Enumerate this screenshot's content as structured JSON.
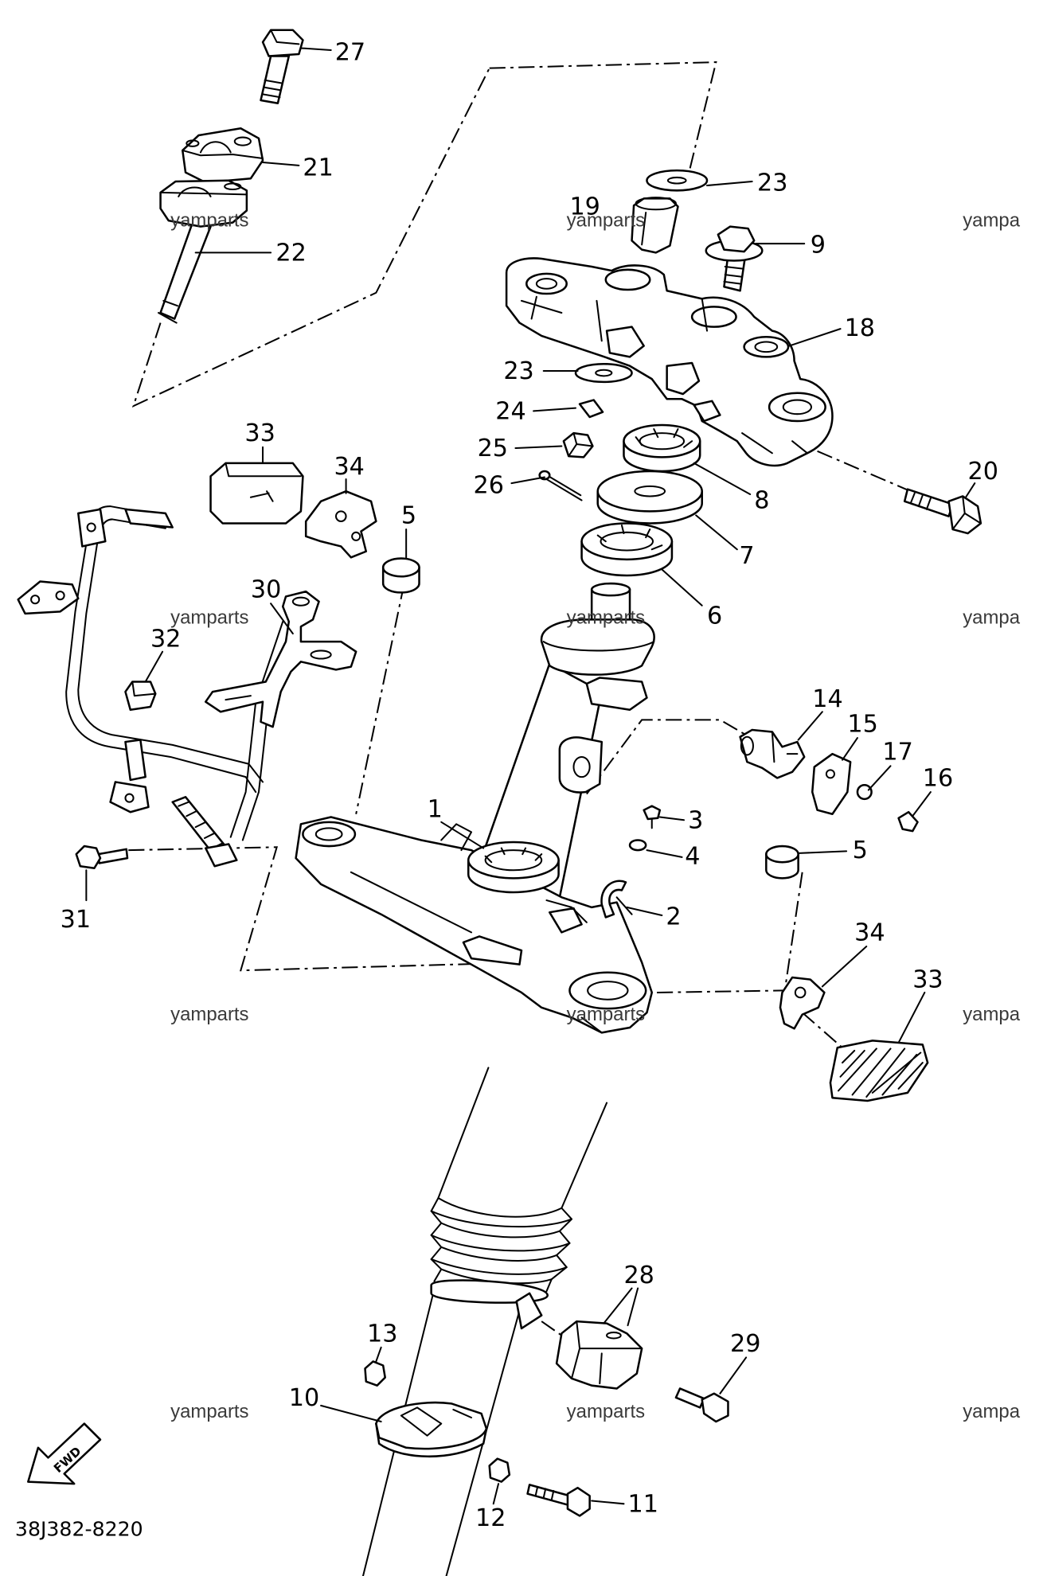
{
  "diagram": {
    "callouts": [
      "27",
      "21",
      "22",
      "23",
      "19",
      "9",
      "18",
      "23",
      "24",
      "25",
      "26",
      "8",
      "20",
      "7",
      "6",
      "33",
      "34",
      "5",
      "30",
      "32",
      "14",
      "15",
      "17",
      "16",
      "1",
      "3",
      "4",
      "5",
      "2",
      "31",
      "34",
      "33",
      "28",
      "13",
      "29",
      "10",
      "12",
      "11"
    ],
    "watermark": {
      "full": "yamparts",
      "clipped": "yampa"
    },
    "fwd_label": "FWD",
    "drawing_code": "38J382-8220"
  }
}
